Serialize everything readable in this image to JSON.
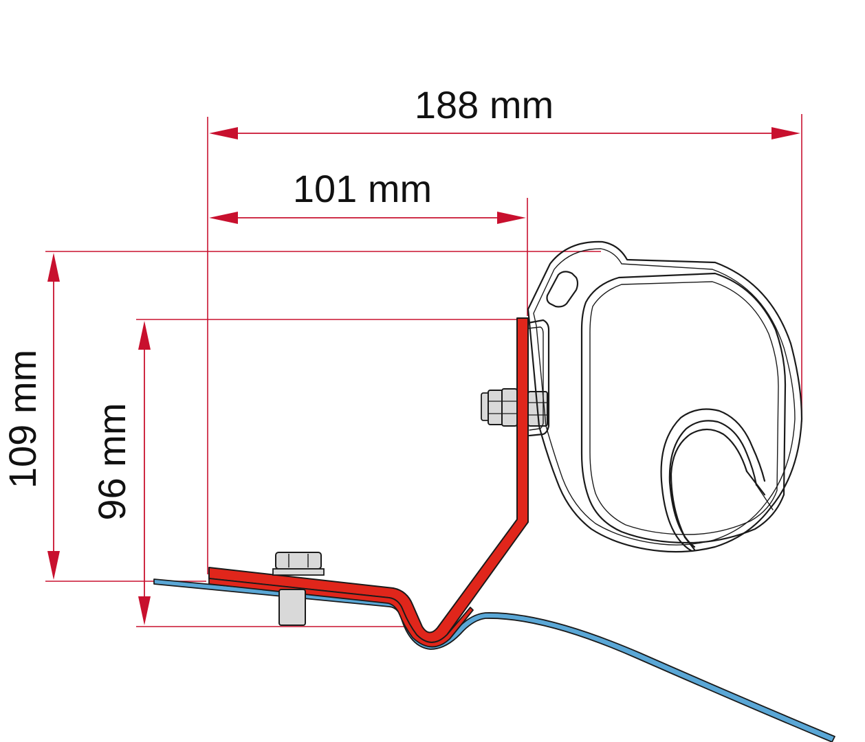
{
  "dimensions": {
    "total_width": "188 mm",
    "bracket_width": "101 mm",
    "total_height": "109 mm",
    "bracket_height": "96 mm"
  },
  "colors": {
    "dimension_line": "#c8102e",
    "bracket_fill": "#e0261b",
    "roof_fill": "#5aa7d6",
    "bolt_fill": "#d9d9d9",
    "outline": "#1a1a1a"
  }
}
